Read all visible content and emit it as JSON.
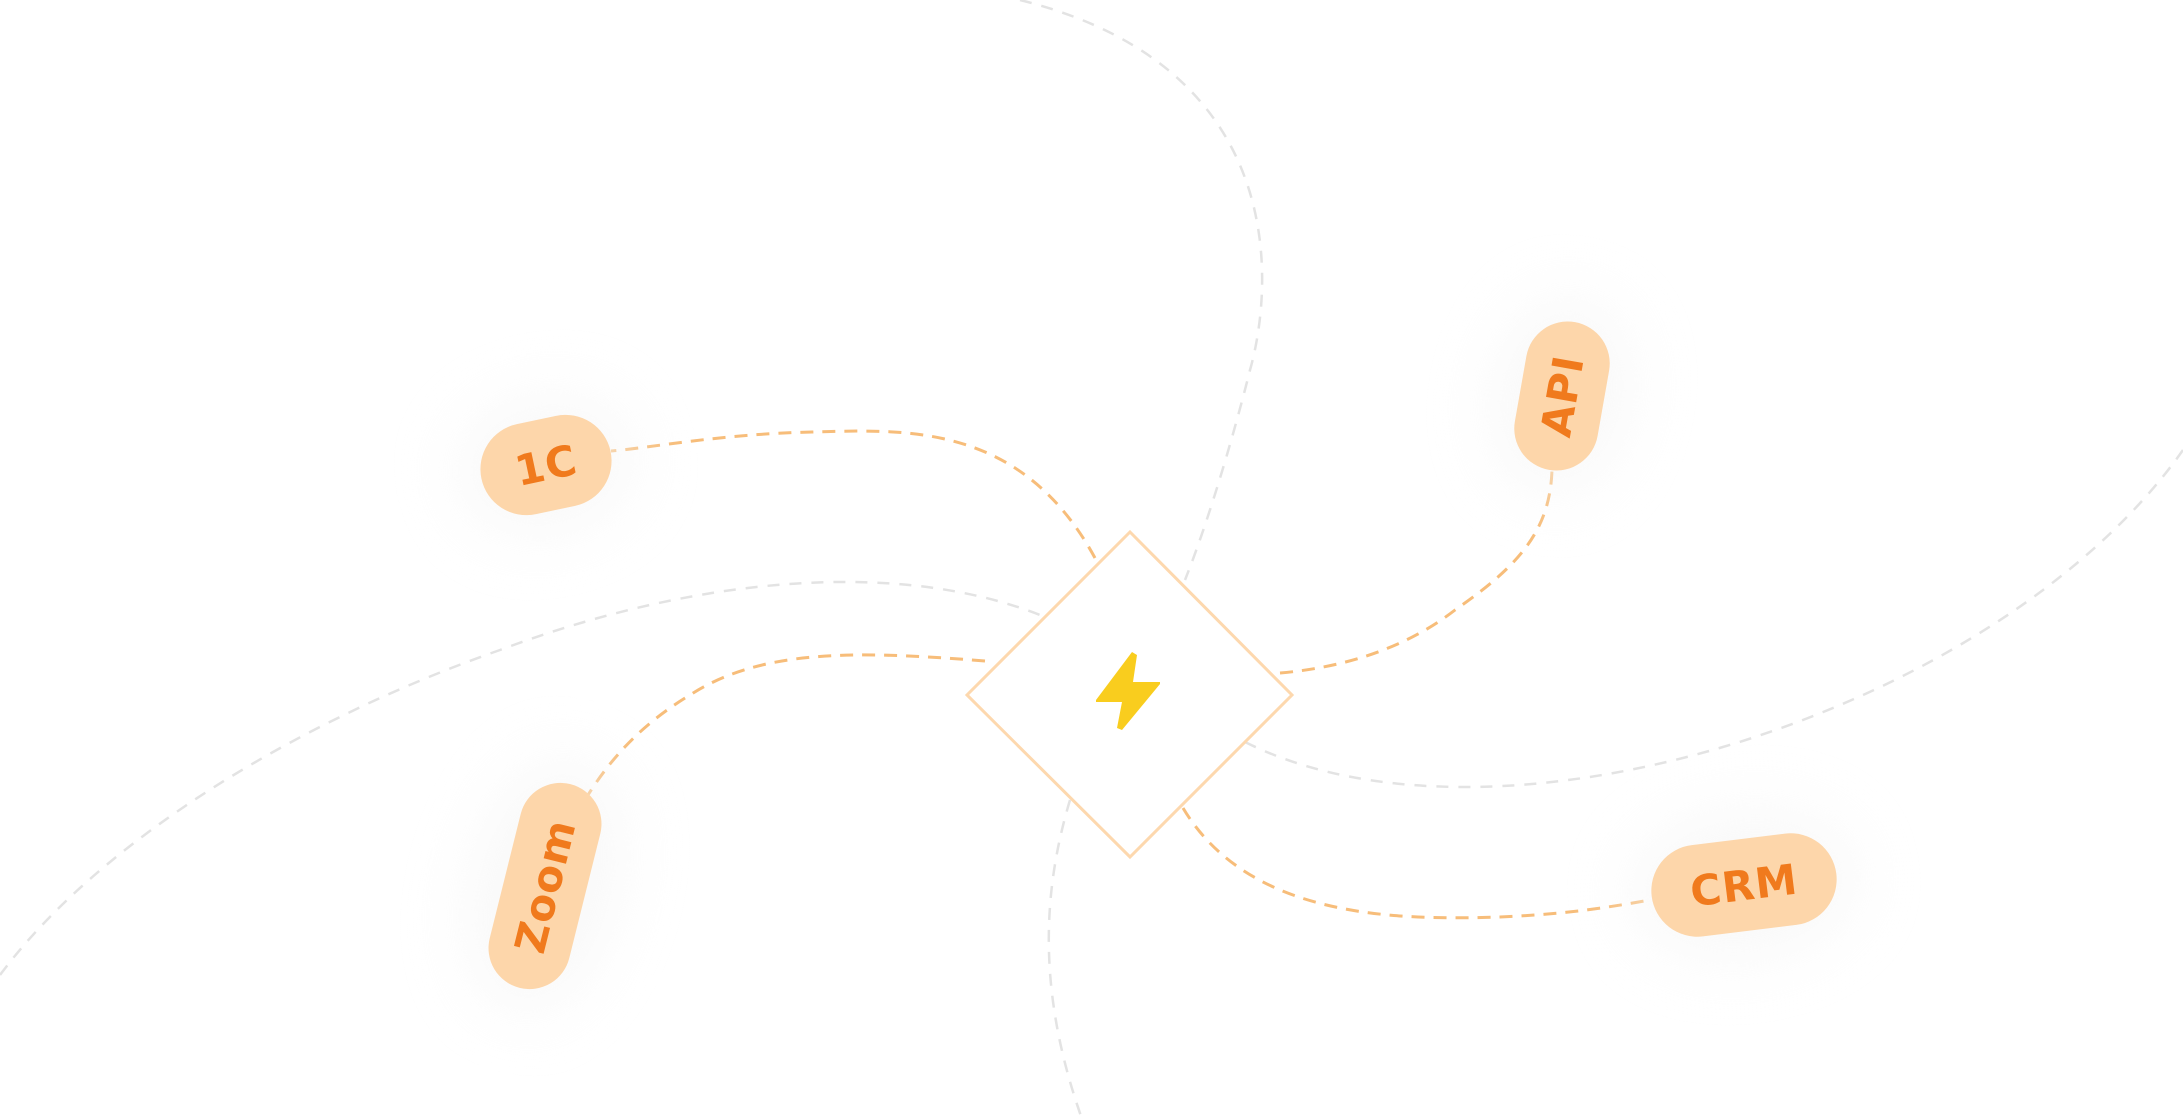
{
  "hub": {
    "icon": "lightning-bolt-icon",
    "border_color": "#FDD8AE",
    "icon_color": "#F9CD1E"
  },
  "nodes": [
    {
      "id": "1c",
      "label": "1C"
    },
    {
      "id": "api",
      "label": "API"
    },
    {
      "id": "zoom",
      "label": "Zoom"
    },
    {
      "id": "crm",
      "label": "CRM"
    }
  ],
  "colors": {
    "pill_fill": "#FDD6AA",
    "pill_text": "#F07A1D",
    "connector": "#F7BD7A",
    "background_line": "#E6E6E6"
  }
}
